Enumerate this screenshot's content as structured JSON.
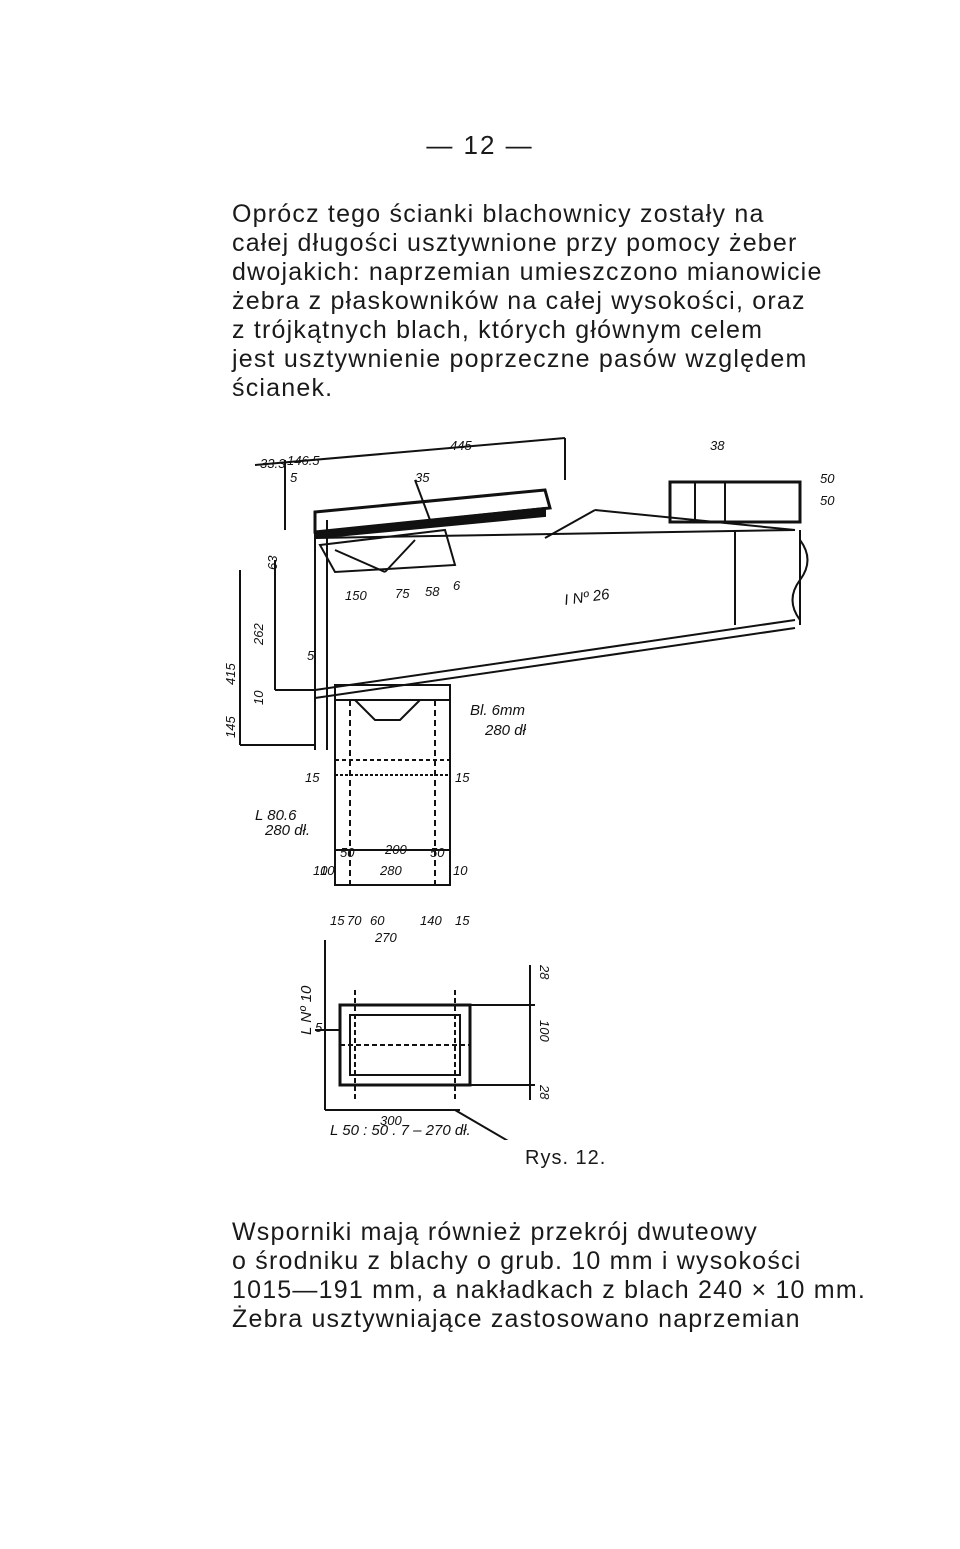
{
  "page_number": "— 12 —",
  "paragraph1": [
    "Oprócz tego ścianki blachownicy zostały na",
    "całej długości usztywnione przy pomocy żeber",
    "dwojakich: naprzemian umieszczono mianowicie",
    "żebra z płaskowników na całej wysokości, oraz",
    "z trójkątnych blach, których głównym celem",
    "jest usztywnienie poprzeczne pasów względem",
    "ścianek."
  ],
  "figure": {
    "caption": "Rys. 12.",
    "labels": {
      "beam": "I Nº 26",
      "plate": "Bl. 6mm",
      "plate_len": "280 dł",
      "angle": "L 80.6",
      "angle_len": "280 dł.",
      "channel": "L Nº 10",
      "bottom_angle": "L 50 : 50 . 7 – 270 dł."
    },
    "dims": [
      "445",
      "33.3",
      "146.5",
      "5",
      "35",
      "38",
      "50",
      "50",
      "63",
      "262",
      "415",
      "10",
      "145",
      "150",
      "75",
      "58",
      "6",
      "15",
      "15",
      "10",
      "200",
      "50",
      "50",
      "280",
      "10",
      "15",
      "70",
      "60",
      "140",
      "15",
      "270",
      "28",
      "100",
      "28",
      "300",
      "5",
      "10",
      "5"
    ]
  },
  "paragraph2": [
    "Wsporniki mają również przekrój dwuteowy",
    "o środniku z blachy o grub. 10 mm i wysokości",
    "1015—191 mm, a nakładkach z blach 240 × 10 mm.",
    "Żebra usztywniające zastosowano naprzemian"
  ]
}
